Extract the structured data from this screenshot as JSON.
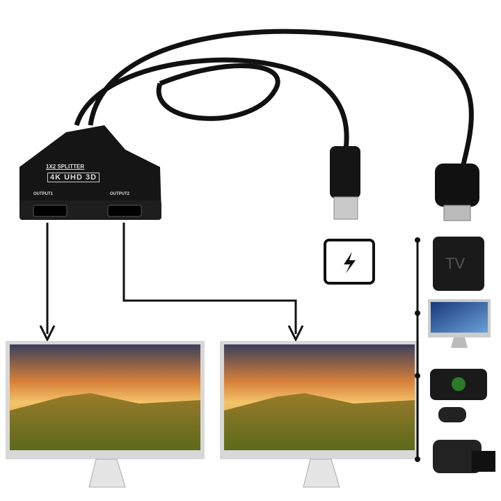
{
  "splitter": {
    "model_label": "1X2 SPLITTER",
    "spec_label": "4K UHD 3D",
    "port1_label": "OUTPUT1",
    "port2_label": "OUTPUT2"
  },
  "devices": {
    "tv_box_label": "TV"
  },
  "icons": [
    "power-bolt-icon",
    "tv-box-icon",
    "imac-monitor-icon",
    "game-console-icon",
    "camcorder-icon"
  ]
}
